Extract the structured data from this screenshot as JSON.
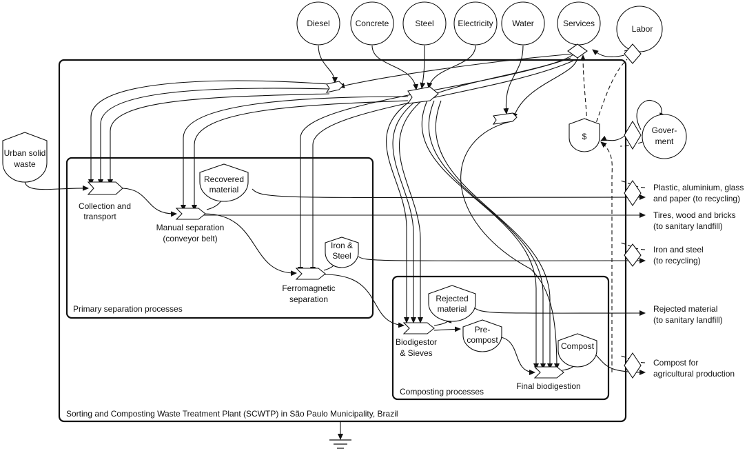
{
  "sources": {
    "diesel": "Diesel",
    "concrete": "Concrete",
    "steel": "Steel",
    "electricity": "Electricity",
    "water": "Water",
    "services": "Services",
    "labor": "Labor",
    "government": [
      "Gover-",
      "ment"
    ],
    "urban_solid_waste": [
      "Urban solid",
      "waste"
    ]
  },
  "money_symbol": "$",
  "processes": {
    "collection": [
      "Collection and",
      "transport"
    ],
    "manual": [
      "Manual separation",
      "(conveyor belt)"
    ],
    "ferro": [
      "Ferromagnetic",
      "separation"
    ],
    "biodigestor": [
      "Biodigestor",
      "& Sieves"
    ],
    "final": "Final biodigestion"
  },
  "storages": {
    "recovered": [
      "Recovered",
      "material"
    ],
    "iron": [
      "Iron &",
      "Steel"
    ],
    "rejected": [
      "Rejected",
      "material"
    ],
    "precompost": [
      "Pre-",
      "compost"
    ],
    "compost": "Compost"
  },
  "outputs": {
    "plastic": [
      "Plastic, aluminium, glass",
      "and paper (to recycling)"
    ],
    "tires": [
      "Tires, wood and bricks",
      "(to sanitary landfill)"
    ],
    "iron_out": [
      "Iron and steel",
      "(to recycling)"
    ],
    "rejected_out": [
      "Rejected material",
      "(to sanitary landfill)"
    ],
    "compost_out": [
      "Compost for",
      "agricultural production"
    ]
  },
  "frames": {
    "plant": "Sorting and Composting Waste Treatment Plant (SCWTP) in São Paulo Municipality, Brazil",
    "primary": "Primary separation processes",
    "composting": "Composting processes"
  },
  "icons": {
    "source": "circle-source-icon",
    "process": "interaction-arrow-icon",
    "storage": "tank-icon",
    "transaction": "diamond-transaction-icon",
    "heat_sink": "ground-sink-icon"
  }
}
